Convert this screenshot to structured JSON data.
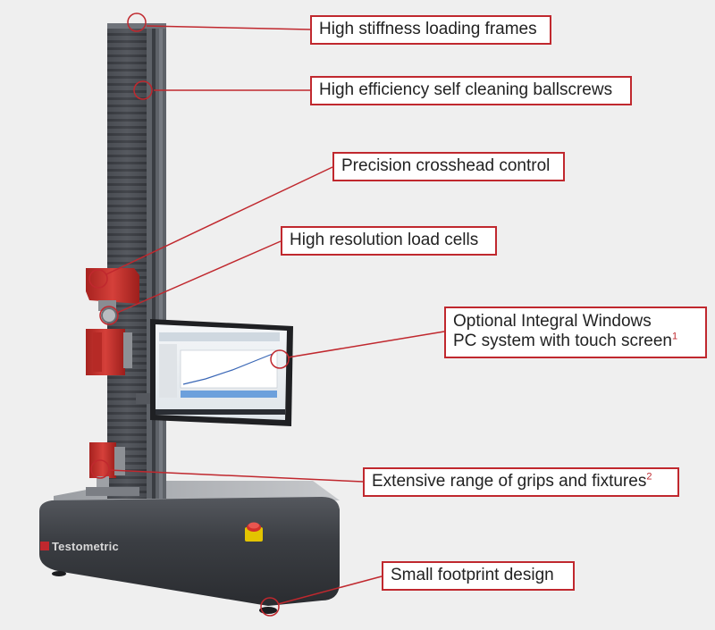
{
  "brand": {
    "logo_text": "Testometric"
  },
  "callouts": [
    {
      "id": "frames",
      "text": "High stiffness loading frames"
    },
    {
      "id": "ballscrews",
      "text": "High efficiency self cleaning ballscrews"
    },
    {
      "id": "crosshead",
      "text": "Precision crosshead control"
    },
    {
      "id": "loadcells",
      "text": "High resolution load cells"
    },
    {
      "id": "pc",
      "line1": "Optional Integral Windows",
      "line2": "PC system with touch screen",
      "sup": "1"
    },
    {
      "id": "grips",
      "text": "Extensive range of grips and fixtures",
      "sup": "2"
    },
    {
      "id": "footprint",
      "text": "Small footprint design"
    }
  ],
  "colors": {
    "accent": "#c0282e",
    "machine_dark": "#3a3d42",
    "column": "#5a5e65",
    "crosshead_red": "#c9302c",
    "background": "#efefef"
  }
}
